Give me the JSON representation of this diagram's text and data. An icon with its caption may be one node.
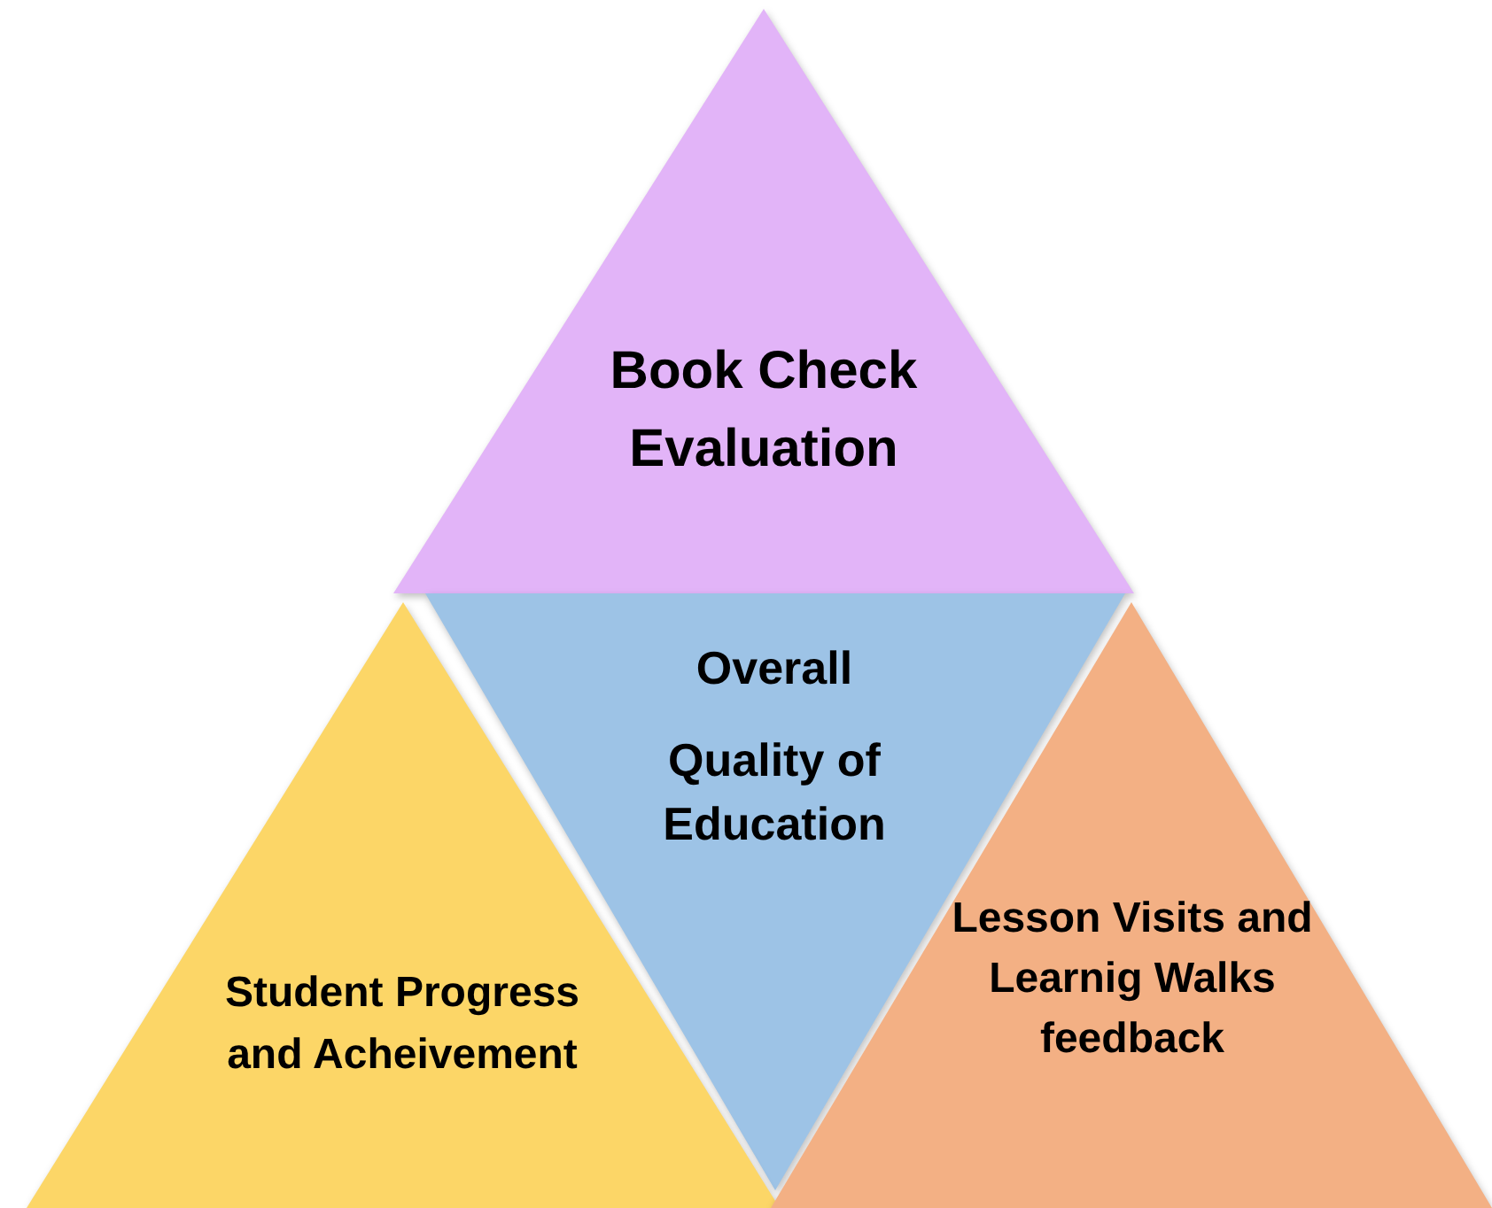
{
  "diagram": {
    "nodes": [
      {
        "text": [
          "Book Check Evaluation"
        ]
      },
      {
        "text": [
          "Overall",
          "Quality of Education"
        ]
      },
      {
        "text": [
          "Student Progress and Acheivement"
        ]
      },
      {
        "text": [
          "Lesson Visits and Learnig Walks feedback"
        ]
      }
    ]
  }
}
